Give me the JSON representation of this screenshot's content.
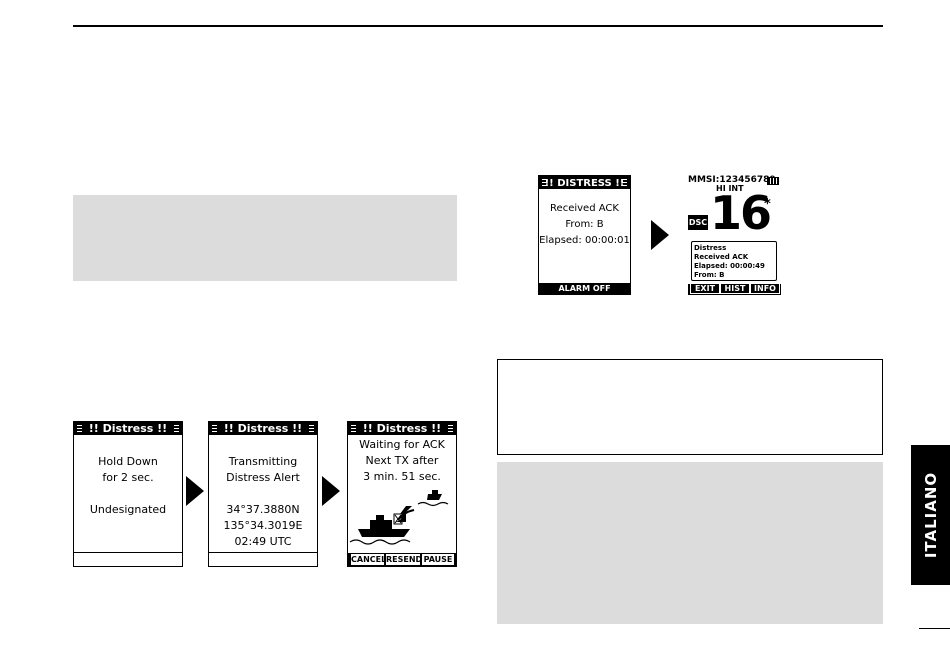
{
  "side_tab": "ITALIANO",
  "left_screens": [
    {
      "title": "!! Distress !!",
      "lines": [
        "Hold Down",
        "for 2 sec.",
        "",
        "Undesignated"
      ]
    },
    {
      "title": "!! Distress !!",
      "lines": [
        "Transmitting",
        "Distress Alert",
        "",
        "34°37.3880N",
        "135°34.3019E",
        "02:49 UTC"
      ]
    },
    {
      "title": "!! Distress !!",
      "lines": [
        "Waiting for ACK",
        "Next TX after",
        "3 min. 51 sec."
      ],
      "softkeys": [
        "CANCEL",
        "RESEND",
        "PAUSE"
      ]
    }
  ],
  "right_screens": {
    "ack": {
      "title": "!! DISTRESS !!",
      "lines": [
        "Received ACK",
        "From: B",
        "Elapsed: 00:00:01"
      ],
      "softkey": "ALARM OFF"
    },
    "channel": {
      "mmsi": "MMSI:123456789",
      "status": "HI  INT",
      "channel": "16",
      "star": "*",
      "dsc": "DSC",
      "info_lines": [
        "Distress",
        "Received ACK",
        "Elapsed: 00:00:49",
        "From: B"
      ],
      "softkeys": [
        "EXIT",
        "HIST",
        "INFO"
      ]
    }
  },
  "colors": {
    "gray_box": "#dcdcdc",
    "black": "#000000"
  }
}
